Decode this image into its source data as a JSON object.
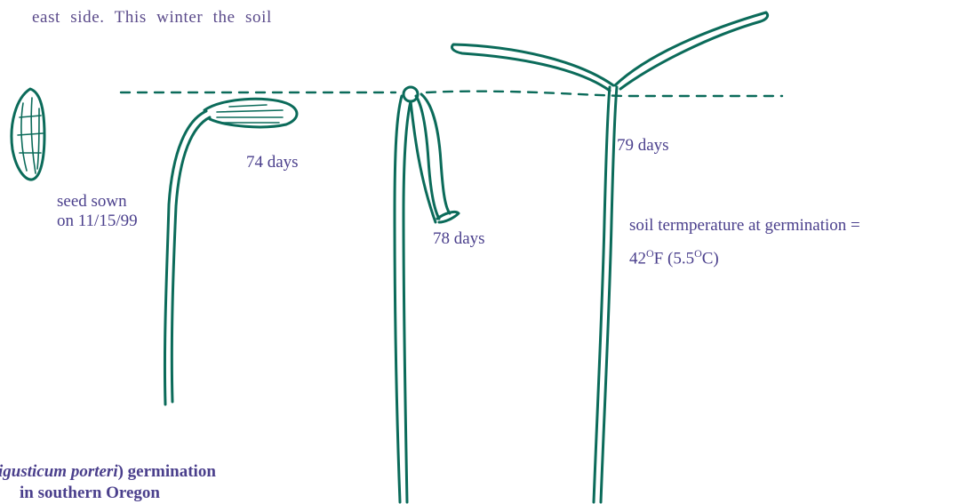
{
  "header_text": "east side. This winter the soil",
  "labels": {
    "seed": [
      "seed sown",
      "on 11/15/99"
    ],
    "day74": "74 days",
    "day78": "78 days",
    "day79": "79 days",
    "soil_temp_line1": "soil termperature at germination =",
    "soil_temp_f": "42",
    "soil_temp_f_sup": "O",
    "soil_temp_f_unit": "F (5.5",
    "soil_temp_c_sup": "O",
    "soil_temp_c_unit": "C)"
  },
  "caption": {
    "italic_part": "igusticum porteri",
    "rest_line1": ") germination",
    "line2": "in southern Oregon"
  },
  "colors": {
    "ink": "#0b6b5a",
    "text": "#4a3f8c"
  }
}
